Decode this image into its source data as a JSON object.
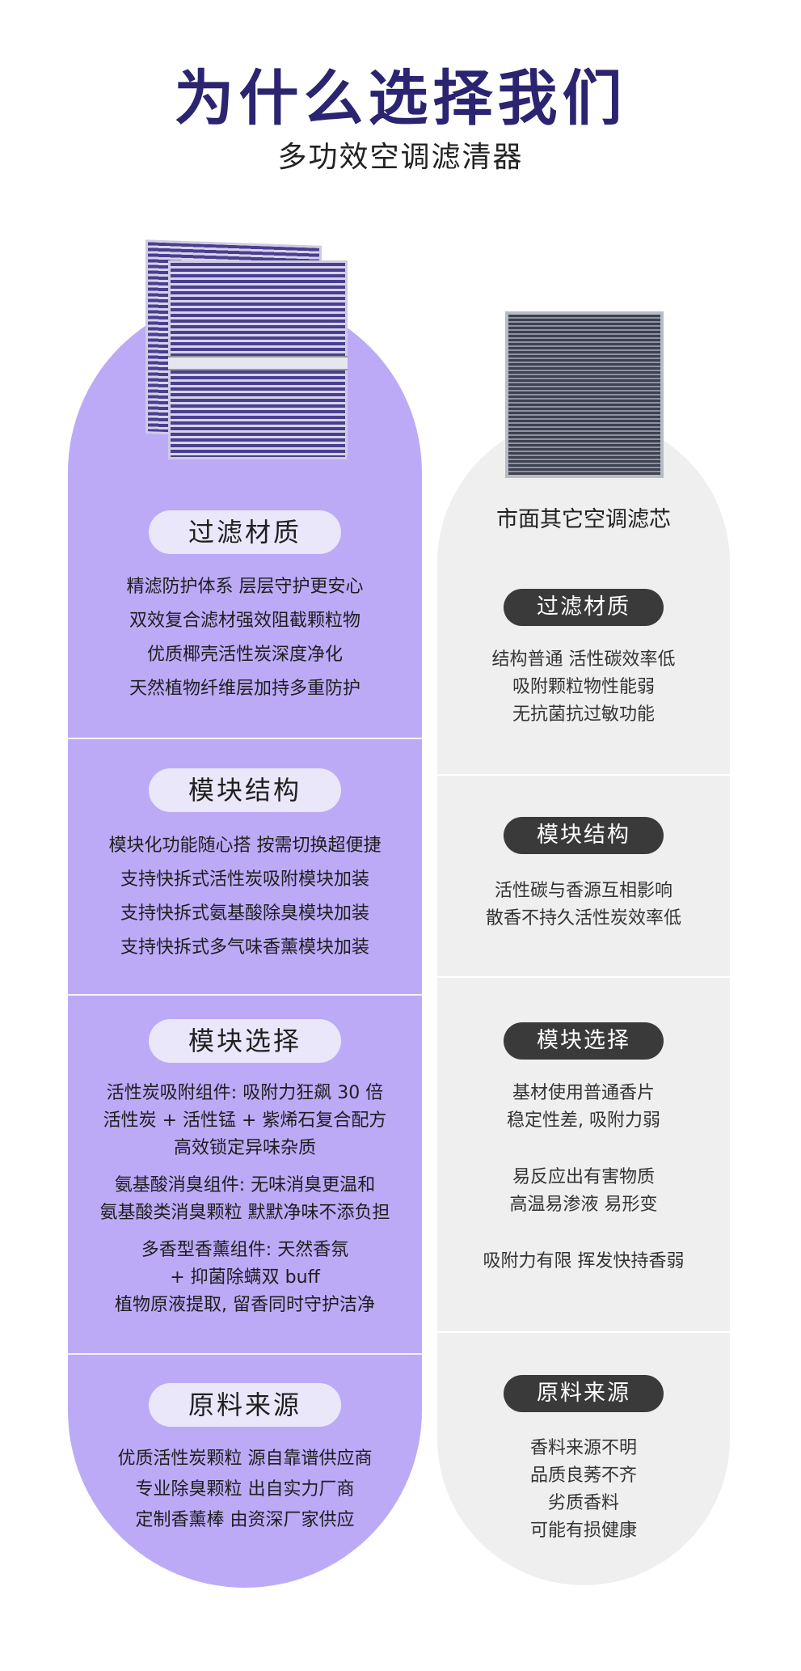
{
  "header": {
    "title": "为什么选择我们",
    "subtitle": "多功效空调滤清器"
  },
  "colors": {
    "title": "#2b2470",
    "left_panel": "#bcaaf7",
    "right_panel": "#efefef",
    "right_pill": "#3a3a3a"
  },
  "left": {
    "sections": [
      {
        "heading": "过滤材质",
        "lines": [
          "精滤防护体系 层层守护更安心",
          "双效复合滤材强效阻截颗粒物",
          "优质椰壳活性炭深度净化",
          "天然植物纤维层加持多重防护"
        ]
      },
      {
        "heading": "模块结构",
        "lines": [
          "模块化功能随心搭 按需切换超便捷",
          "支持快拆式活性炭吸附模块加装",
          "支持快拆式氨基酸除臭模块加装",
          "支持快拆式多气味香薰模块加装"
        ]
      },
      {
        "heading": "模块选择",
        "groups": [
          [
            "活性炭吸附组件: 吸附力狂飙 30 倍",
            "活性炭 + 活性锰 + 紫烯石复合配方",
            "高效锁定异味杂质"
          ],
          [
            "氨基酸消臭组件: 无味消臭更温和",
            "氨基酸类消臭颗粒 默默净味不添负担"
          ],
          [
            "多香型香薰组件: 天然香氛",
            "+ 抑菌除螨双 buff",
            "植物原液提取, 留香同时守护洁净"
          ]
        ]
      },
      {
        "heading": "原料来源",
        "lines": [
          "优质活性炭颗粒 源自靠谱供应商",
          "专业除臭颗粒 出自实力厂商",
          "定制香薰棒 由资深厂家供应"
        ]
      }
    ]
  },
  "right": {
    "label": "市面其它空调滤芯",
    "sections": [
      {
        "heading": "过滤材质",
        "lines": [
          "结构普通 活性碳效率低",
          "吸附颗粒物性能弱",
          "无抗菌抗过敏功能"
        ]
      },
      {
        "heading": "模块结构",
        "lines": [
          "活性碳与香源互相影响",
          "散香不持久活性炭效率低"
        ]
      },
      {
        "heading": "模块选择",
        "groups": [
          [
            "基材使用普通香片",
            "稳定性差, 吸附力弱"
          ],
          [
            "易反应出有害物质",
            "高温易渗液 易形变"
          ],
          [
            "吸附力有限 挥发快持香弱"
          ]
        ]
      },
      {
        "heading": "原料来源",
        "lines": [
          "香料来源不明",
          "品质良莠不齐",
          "劣质香料",
          "可能有损健康"
        ]
      }
    ]
  }
}
